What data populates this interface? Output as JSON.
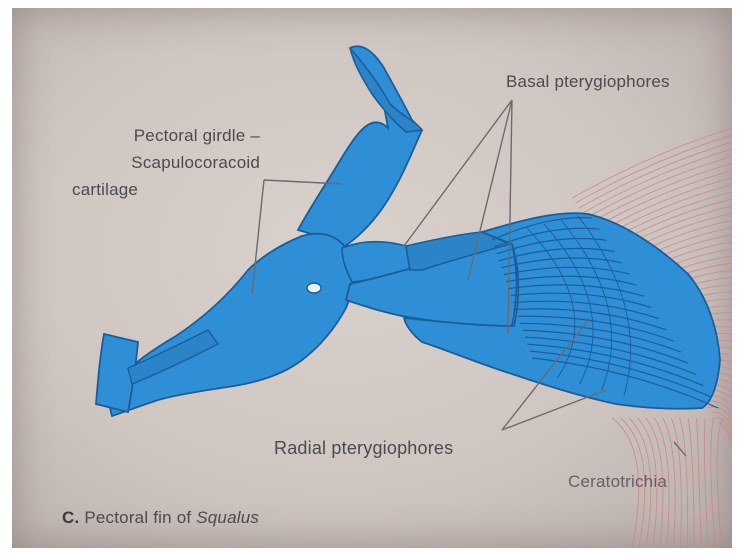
{
  "figure": {
    "labels": {
      "pectoral_girdle": [
        "Pectoral girdle –",
        "Scapulocoracoid",
        "cartilage"
      ],
      "basal_pterygiophores": "Basal pterygiophores",
      "radial_pterygiophores": "Radial pterygiophores",
      "ceratotrichia": "Ceratotrichia"
    },
    "caption": {
      "letter": "C.",
      "text": "Pectoral fin of",
      "genus": "Squalus"
    }
  },
  "colors": {
    "cartilage_fill": "#2f8fd6",
    "cartilage_outline": "#1c5d98",
    "ceratotrichia": "#c9868a",
    "label_text": "#4c4a4e",
    "leader_lines": "#6d6a6e"
  }
}
